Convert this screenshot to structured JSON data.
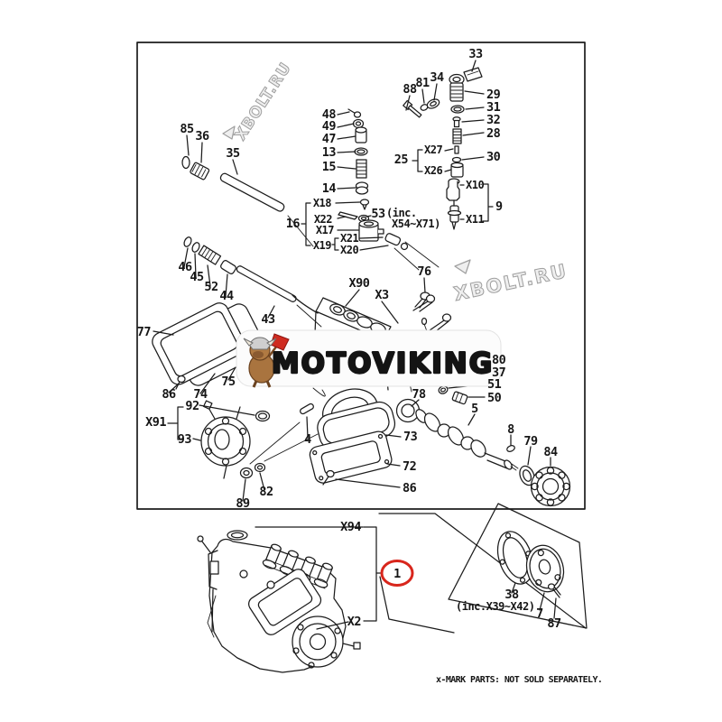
{
  "figure": {
    "type": "exploded-parts-diagram",
    "subject": "fuel injection pump assembly"
  },
  "colors": {
    "background": "#ffffff",
    "line_art": "#1c1c1c",
    "highlight_circle": "#d8261c",
    "watermark_fill": "#efefef",
    "watermark_stroke": "#9f9f9f",
    "brand_band": "#fcfcfc",
    "brand_text": "#141414",
    "mascot_body": "#a9743f",
    "mascot_helmet": "#cfcfcf",
    "mascot_axe": "#cf2b20"
  },
  "watermarks": {
    "xbolt_top": "XBOLT.RU",
    "xbolt_right": "XBOLT.RU"
  },
  "brand": {
    "name": "MOTOVIKING"
  },
  "footer": {
    "note": "x-MARK PARTS: NOT SOLD SEPARATELY."
  },
  "labels": {
    "p85": "85",
    "p36": "36",
    "p35": "35",
    "p48": "48",
    "p49": "49",
    "p47": "47",
    "p13": "13",
    "p15": "15",
    "p14": "14",
    "p16": "16",
    "pX18": "X18",
    "pX22": "X22",
    "pX17": "X17",
    "pX19": "X19",
    "pX21": "X21",
    "pX20": "X20",
    "p53": "53",
    "p53_note1": "(inc.",
    "p53_note2": "X54~X71)",
    "p33": "33",
    "p88": "88",
    "p81": "81",
    "p34": "34",
    "p29": "29",
    "p31": "31",
    "p32": "32",
    "p28": "28",
    "p30": "30",
    "p25": "25",
    "pX27": "X27",
    "pX26": "X26",
    "pX10": "X10",
    "p9": "9",
    "pX11": "X11",
    "pX90": "X90",
    "pX3": "X3",
    "p76": "76",
    "p46": "46",
    "p45": "45",
    "p52": "52",
    "p44": "44",
    "p43": "43",
    "p77": "77",
    "p86a": "86",
    "p74": "74",
    "p75": "75",
    "p92": "92",
    "pX91": "X91",
    "p93": "93",
    "p89": "89",
    "p82": "82",
    "p4": "4",
    "p73": "73",
    "p72": "72",
    "p86b": "86",
    "p80": "80",
    "p37": "37",
    "p51": "51",
    "p50": "50",
    "p5": "5",
    "p78": "78",
    "p8": "8",
    "p79": "79",
    "p84": "84",
    "pX94": "X94",
    "p1": "1",
    "pX2": "X2",
    "p38": "38",
    "p38_note": "(inc.X39~X42)",
    "p7": "7",
    "p87": "87"
  }
}
